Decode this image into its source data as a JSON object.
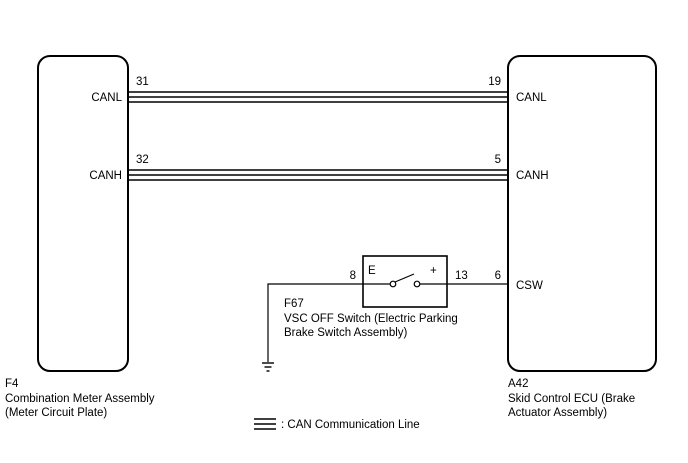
{
  "left_component": {
    "code": "F4",
    "name_line1": "Combination Meter Assembly",
    "name_line2": "(Meter Circuit Plate)",
    "pins": {
      "canl": {
        "number": "31",
        "label": "CANL"
      },
      "canh": {
        "number": "32",
        "label": "CANH"
      }
    }
  },
  "right_component": {
    "code": "A42",
    "name_line1": "Skid Control ECU (Brake",
    "name_line2": "Actuator Assembly)",
    "pins": {
      "canl": {
        "number": "19",
        "label": "CANL"
      },
      "canh": {
        "number": "5",
        "label": "CANH"
      },
      "csw": {
        "number": "6",
        "label": "CSW"
      }
    }
  },
  "switch": {
    "code": "F67",
    "name_line1": "VSC OFF Switch (Electric Parking",
    "name_line2": "Brake Switch Assembly)",
    "terminal_e_label": "E",
    "terminal_plus_label": "+",
    "pin_e_number": "8",
    "pin_plus_number": "13"
  },
  "ground": {
    "icon": "ground-symbol-icon"
  },
  "legend": {
    "text": ": CAN Communication Line",
    "icon": "triple-line-icon"
  },
  "colors": {
    "line": "#000000",
    "background": "#ffffff"
  }
}
